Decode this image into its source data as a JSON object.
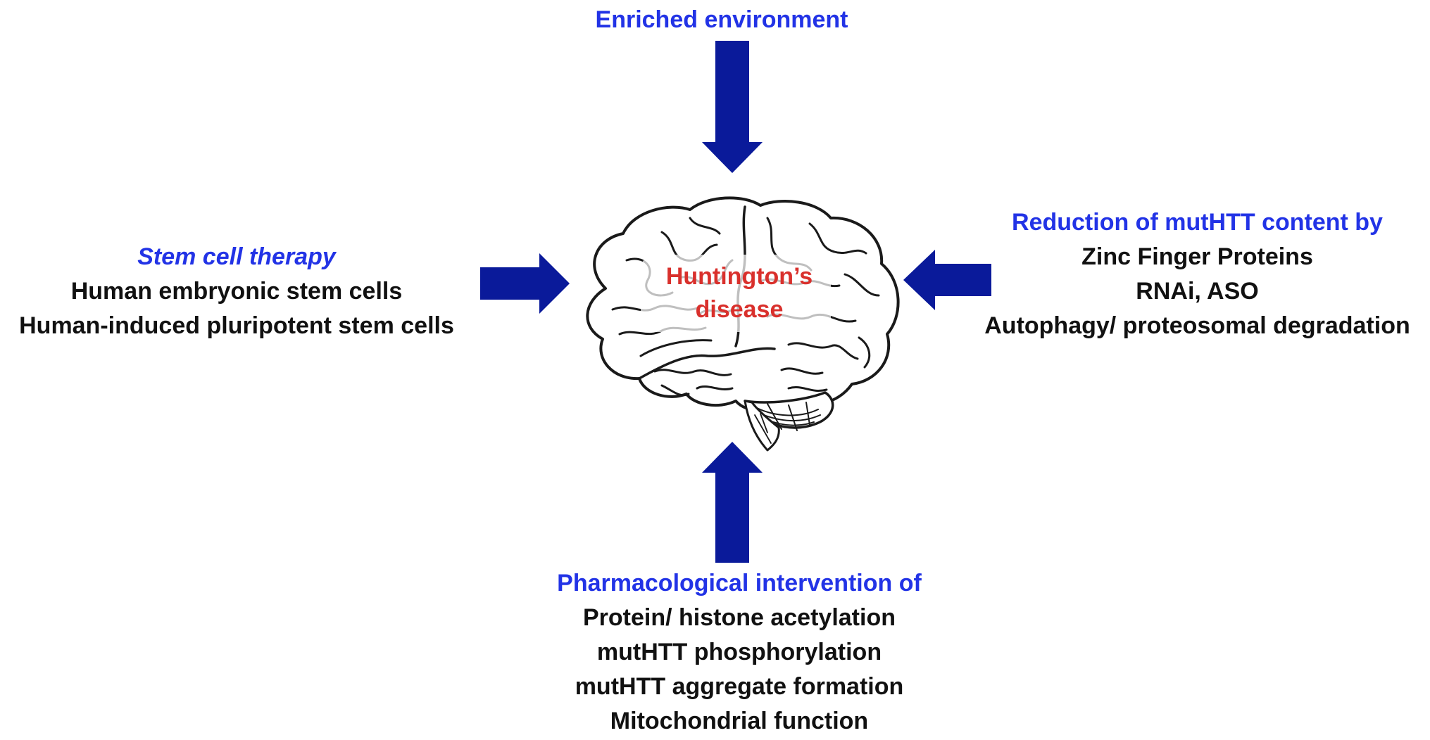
{
  "colors": {
    "arrow": "#0a1a9a",
    "heading": "#2233e6",
    "item": "#111111",
    "center": "#d9302c"
  },
  "center": {
    "line1": "Huntington’s",
    "line2": "disease",
    "icon": "brain-icon"
  },
  "top": {
    "heading": "Enriched environment"
  },
  "left": {
    "heading": "Stem cell therapy",
    "items": [
      "Human embryonic stem cells",
      "Human-induced pluripotent stem cells"
    ]
  },
  "right": {
    "heading": "Reduction of mutHTT content by",
    "items": [
      "Zinc Finger Proteins",
      "RNAi, ASO",
      "Autophagy/ proteosomal degradation"
    ]
  },
  "bottom": {
    "heading": "Pharmacological intervention of",
    "items": [
      "Protein/ histone acetylation",
      "mutHTT phosphorylation",
      "mutHTT aggregate formation",
      "Mitochondrial function"
    ]
  }
}
